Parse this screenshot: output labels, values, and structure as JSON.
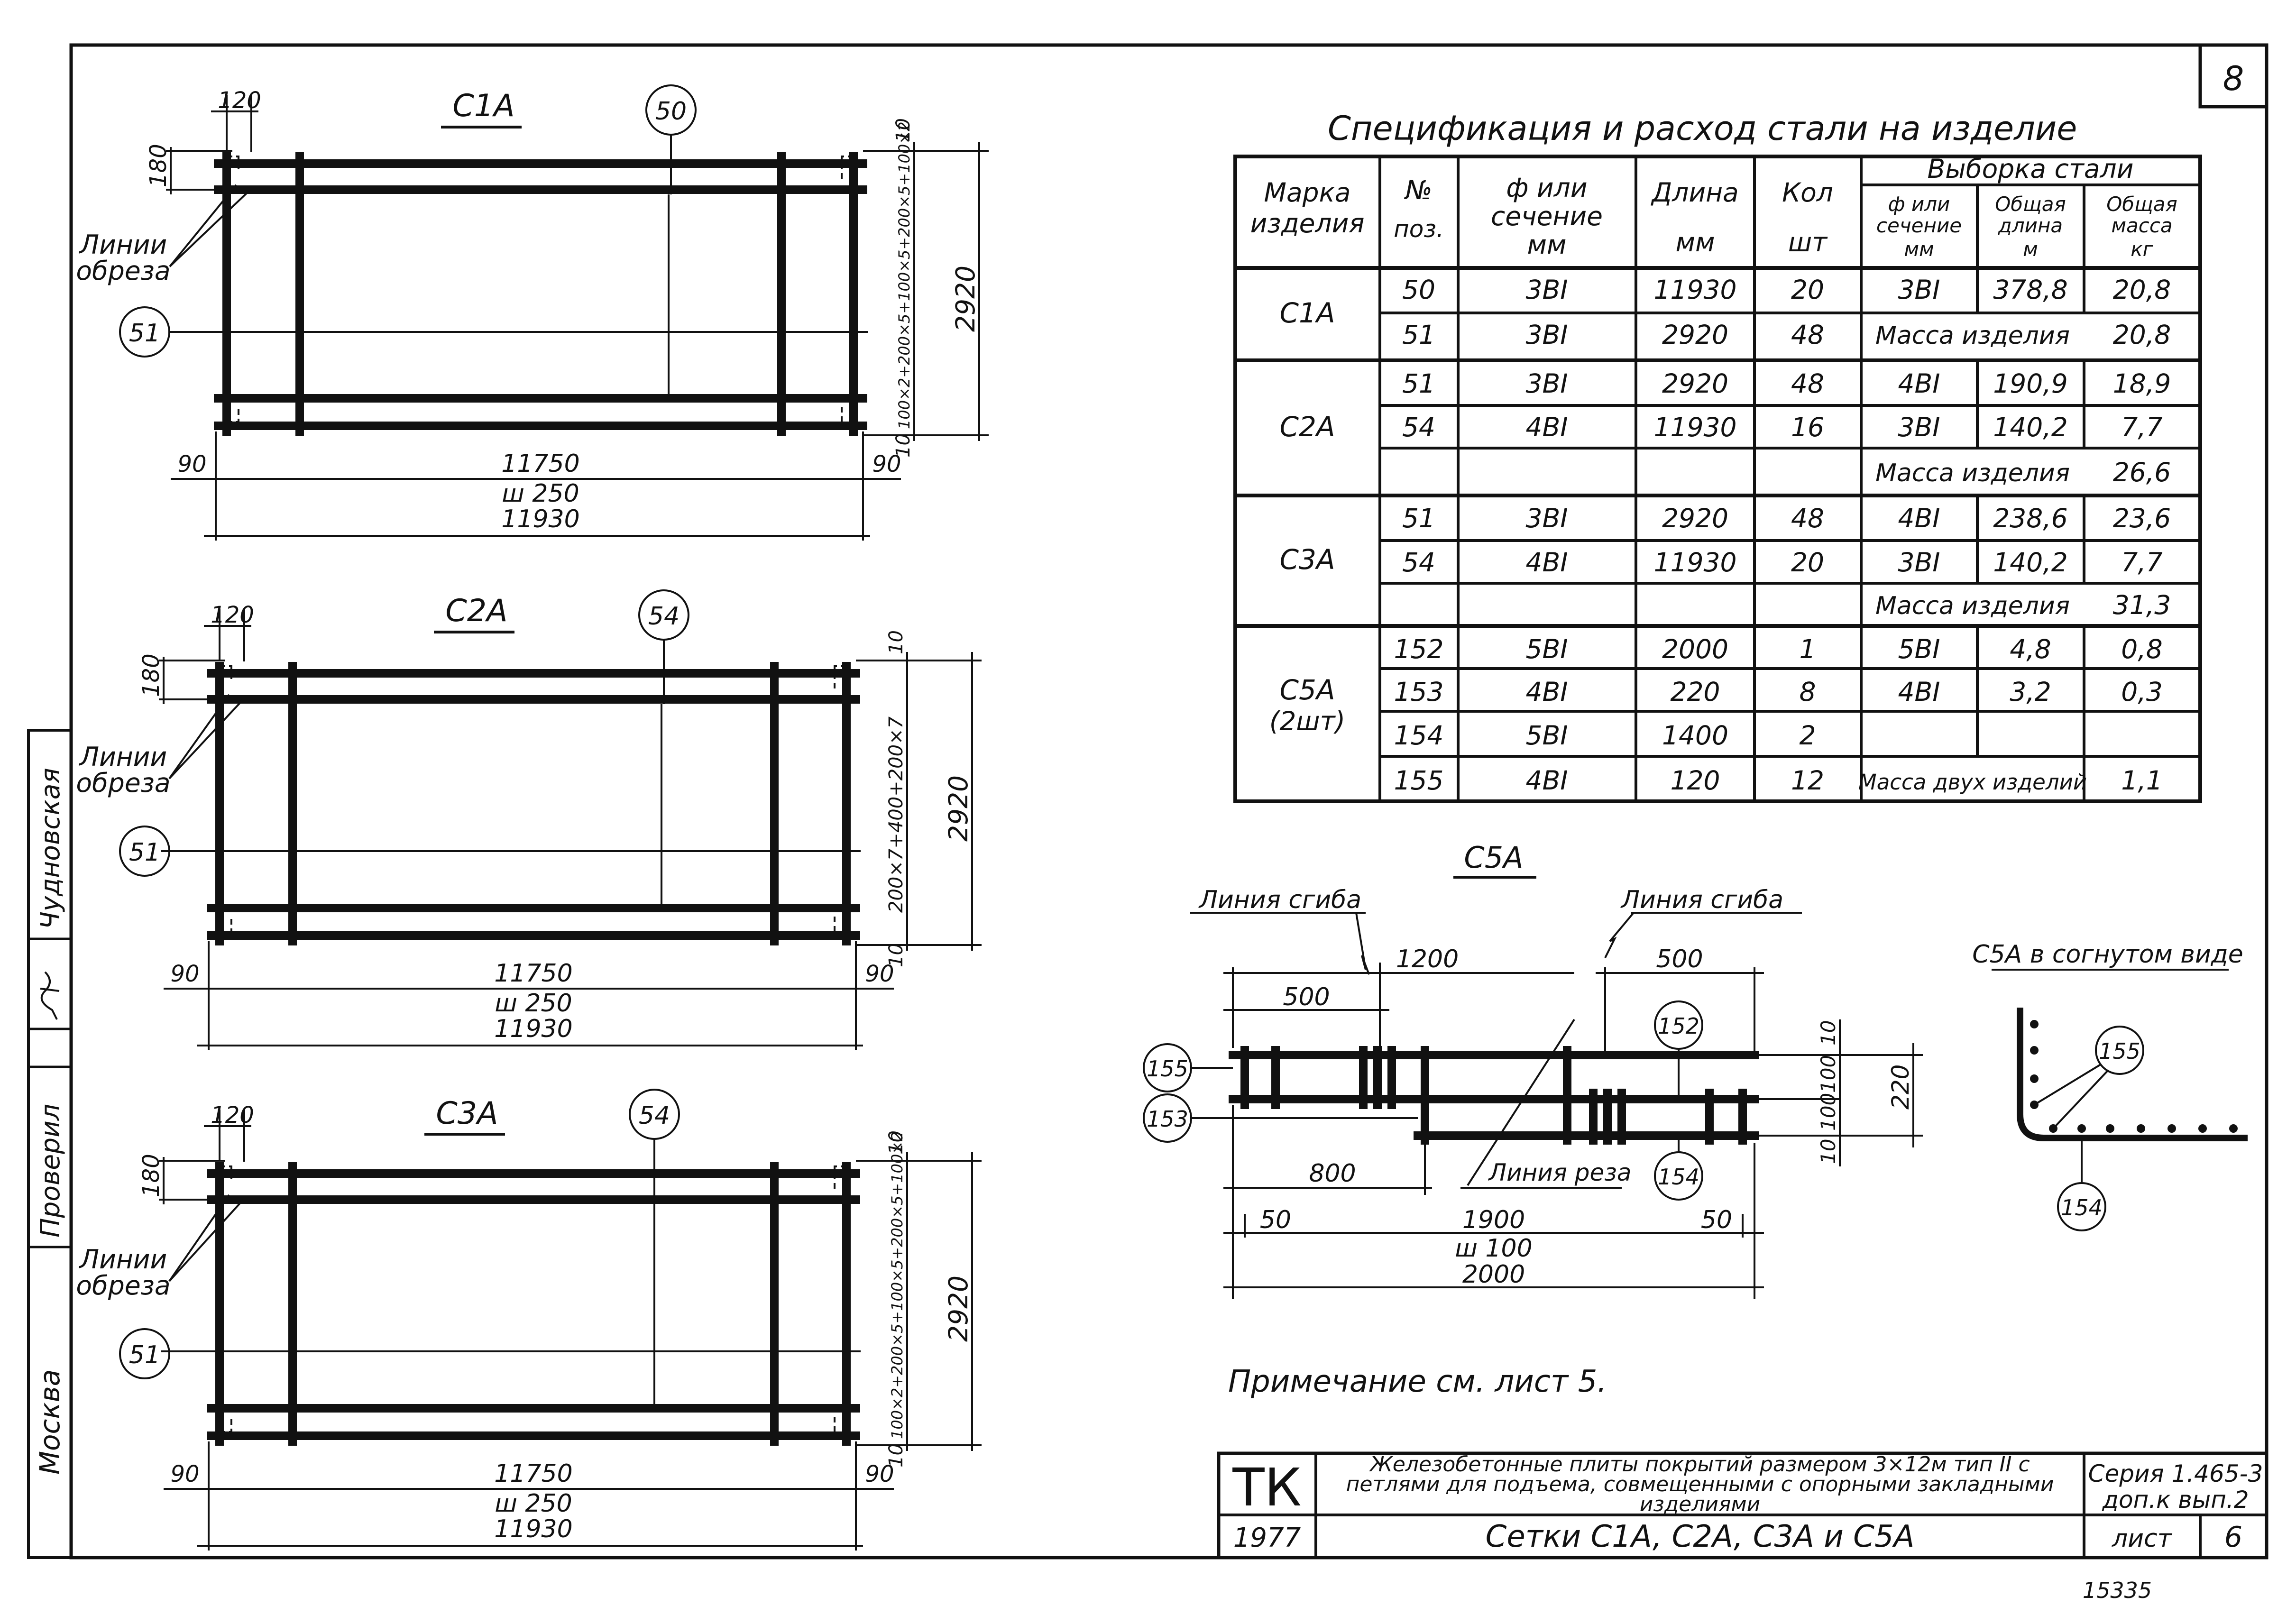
{
  "sheet_no": "8",
  "spec": {
    "title": "Спецификация и расход стали на изделие",
    "headers": {
      "mark": [
        "Марка",
        "изделия"
      ],
      "pos": [
        "№",
        "поз."
      ],
      "section": [
        "ф или",
        "сечение",
        "мм"
      ],
      "length": [
        "Длина",
        "мм"
      ],
      "count": [
        "Кол",
        "шт"
      ],
      "sample": "Выборка стали",
      "sample_section": [
        "ф или",
        "сечение",
        "мм"
      ],
      "total_length": [
        "Общая",
        "длина",
        "м"
      ],
      "total_mass": [
        "Общая",
        "масса",
        "кг"
      ]
    },
    "groups": [
      {
        "mark": "C1A",
        "rows": [
          {
            "pos": "50",
            "sec": "3BI",
            "len": "11930",
            "cnt": "20",
            "s_sec": "3BI",
            "s_len": "378,8",
            "s_mass": "20,8"
          },
          {
            "pos": "51",
            "sec": "3BI",
            "len": "2920",
            "cnt": "48",
            "mass_label": "Масса изделия",
            "mass_value": "20,8"
          }
        ]
      },
      {
        "mark": "C2A",
        "rows": [
          {
            "pos": "51",
            "sec": "3BI",
            "len": "2920",
            "cnt": "48",
            "s_sec": "4BI",
            "s_len": "190,9",
            "s_mass": "18,9"
          },
          {
            "pos": "54",
            "sec": "4BI",
            "len": "11930",
            "cnt": "16",
            "s_sec": "3BI",
            "s_len": "140,2",
            "s_mass": "7,7"
          },
          {
            "pos": "",
            "sec": "",
            "len": "",
            "cnt": "",
            "mass_label": "Масса изделия",
            "mass_value": "26,6"
          }
        ]
      },
      {
        "mark": "C3A",
        "rows": [
          {
            "pos": "51",
            "sec": "3BI",
            "len": "2920",
            "cnt": "48",
            "s_sec": "4BI",
            "s_len": "238,6",
            "s_mass": "23,6"
          },
          {
            "pos": "54",
            "sec": "4BI",
            "len": "11930",
            "cnt": "20",
            "s_sec": "3BI",
            "s_len": "140,2",
            "s_mass": "7,7"
          },
          {
            "pos": "",
            "sec": "",
            "len": "",
            "cnt": "",
            "mass_label": "Масса изделия",
            "mass_value": "31,3"
          }
        ]
      },
      {
        "mark": "C5A",
        "mark2": "(2шт)",
        "rows": [
          {
            "pos": "152",
            "sec": "5BI",
            "len": "2000",
            "cnt": "1",
            "s_sec": "5BI",
            "s_len": "4,8",
            "s_mass": "0,8"
          },
          {
            "pos": "153",
            "sec": "4BI",
            "len": "220",
            "cnt": "8",
            "s_sec": "4BI",
            "s_len": "3,2",
            "s_mass": "0,3"
          },
          {
            "pos": "154",
            "sec": "5BI",
            "len": "1400",
            "cnt": "2",
            "s_sec": "",
            "s_len": "",
            "s_mass": ""
          },
          {
            "pos": "155",
            "sec": "4BI",
            "len": "120",
            "cnt": "12",
            "mass_label": "Масса двух изделий",
            "mass_value": "1,1"
          }
        ]
      }
    ]
  },
  "nets": [
    {
      "id": "c1a",
      "title": "C1A",
      "pos_long": "50",
      "pos_cross": "51",
      "top_dim": "120",
      "left_dim": "180",
      "cut_label": [
        "Линии",
        "обреза"
      ],
      "right_dim": "100×2+200×5+100×5+200×5+100×2",
      "right_top": "10",
      "right_bot": "10",
      "height_dim": "2920",
      "side_left": "90",
      "side_right": "90",
      "span": "11750",
      "step": "ш 250",
      "total": "11930"
    },
    {
      "id": "c2a",
      "title": "C2A",
      "pos_long": "54",
      "pos_cross": "51",
      "top_dim": "120",
      "left_dim": "180",
      "cut_label": [
        "Линии",
        "обреза"
      ],
      "right_dim": "200×7+400+200×7",
      "right_top": "10",
      "right_bot": "10",
      "height_dim": "2920",
      "side_left": "90",
      "side_right": "90",
      "span": "11750",
      "step": "ш 250",
      "total": "11930"
    },
    {
      "id": "c3a",
      "title": "C3A",
      "pos_long": "54",
      "pos_cross": "51",
      "top_dim": "120",
      "left_dim": "180",
      "cut_label": [
        "Линии",
        "обреза"
      ],
      "right_dim": "100×2+200×5+100×5+200×5+100×2",
      "right_top": "10",
      "right_bot": "10",
      "height_dim": "2920",
      "side_left": "90",
      "side_right": "90",
      "span": "11750",
      "step": "ш 250",
      "total": "11930"
    }
  ],
  "c5a": {
    "title": "C5A",
    "bend_label_left": "Линия сгиба",
    "bend_label_right": "Линия сгиба",
    "cut_label": "Линия реза",
    "dims": {
      "d1200": "1200",
      "d500a": "500",
      "d500b": "500",
      "d800": "800",
      "d50a": "50",
      "d1900": "1900",
      "d50b": "50",
      "step": "ш 100",
      "total": "2000",
      "r10a": "10",
      "r100a": "100",
      "r100b": "100",
      "r10b": "10",
      "r220": "220"
    },
    "pos": {
      "p155": "155",
      "p153": "153",
      "p152": "152",
      "p154": "154"
    },
    "bent_title": "C5A в согнутом виде",
    "bent_pos": {
      "p155": "155",
      "p154": "154"
    }
  },
  "note": "Примечание см. лист 5.",
  "stamp": {
    "logo": "ТК",
    "description": "Железобетонные плиты покрытий размером 3×12м тип II с петлями для подъема, совмещенными с опорными закладными изделиями",
    "series": "Серия 1.465-3",
    "issue": "доп.к вып.2",
    "year": "1977",
    "sheet_title": "Сетки C1A, C2A, C3A и C5A",
    "sheet_label": "лист",
    "sheet_value": "6"
  },
  "side_stamp": {
    "city": "Москва",
    "checked": "Проверил",
    "name": "Чудновская"
  },
  "bottom_code": "15335"
}
